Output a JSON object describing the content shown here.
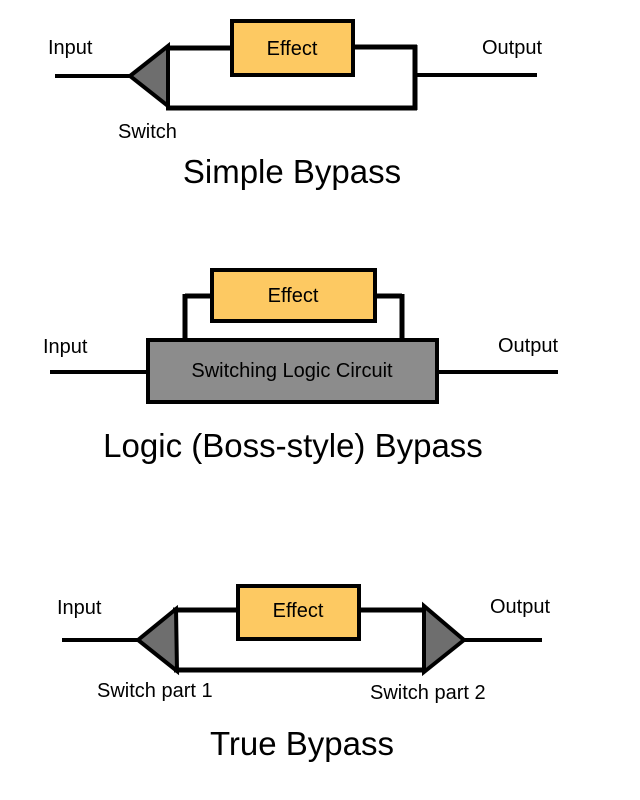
{
  "colors": {
    "effect_fill": "#FDC962",
    "switch_fill": "#6E6E6E",
    "logic_fill": "#8C8C8C",
    "line": "#000000"
  },
  "diagrams": {
    "simple": {
      "input_label": "Input",
      "output_label": "Output",
      "effect_label": "Effect",
      "switch_label": "Switch",
      "title": "Simple Bypass"
    },
    "logic": {
      "input_label": "Input",
      "output_label": "Output",
      "effect_label": "Effect",
      "logic_box_label": "Switching Logic Circuit",
      "title": "Logic (Boss-style) Bypass"
    },
    "truebp": {
      "input_label": "Input",
      "output_label": "Output",
      "effect_label": "Effect",
      "switch1_label": "Switch part 1",
      "switch2_label": "Switch part 2",
      "title": "True Bypass"
    }
  }
}
